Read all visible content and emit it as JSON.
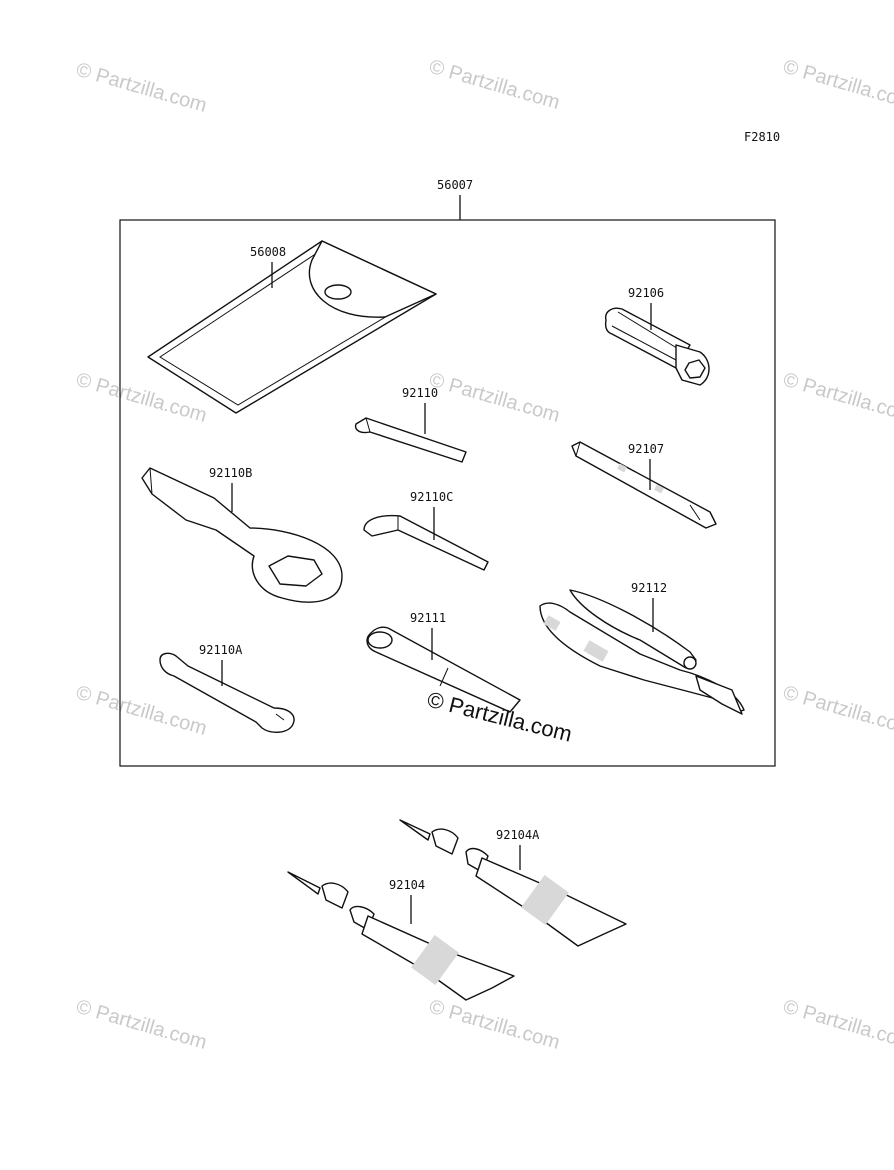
{
  "figure_code": "F2810",
  "kit_part": "56007",
  "parts": {
    "p56008": "56008",
    "p92106": "92106",
    "p92110": "92110",
    "p92107": "92107",
    "p92110B": "92110B",
    "p92110C": "92110C",
    "p92112": "92112",
    "p92111": "92111",
    "p92110A": "92110A",
    "p92104A": "92104A",
    "p92104": "92104"
  },
  "watermark": {
    "text": "© Partzilla.com",
    "center_text": "© Partzilla.com"
  }
}
